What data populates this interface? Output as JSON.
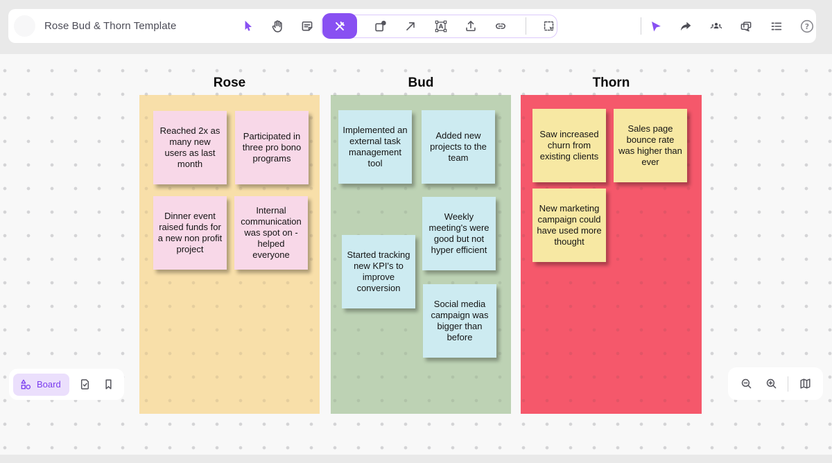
{
  "app": {
    "title": "Rose Bud & Thorn Template"
  },
  "toolbar": {
    "accent_color": "#8850F2",
    "icons_left": [
      "select-cursor",
      "hand-tool",
      "sticky-note-tool"
    ],
    "creation_group": [
      "tools",
      "shapes-frame",
      "diagonal-arrow",
      "text-frame",
      "upload",
      "link",
      "marquee-select"
    ],
    "icons_right": [
      "present-cursor",
      "share-arrow",
      "collaborators",
      "comments",
      "list-menu",
      "help"
    ]
  },
  "board": {
    "columns": [
      {
        "title": "Rose",
        "column_color": "#F8DFA9",
        "note_color": "#F8D8E8",
        "notes": [
          "Reached 2x as many new users as last month",
          "Participated in three pro bono programs",
          "Dinner event raised funds for a new non profit project",
          "Internal communication was spot on - helped everyone"
        ]
      },
      {
        "title": "Bud",
        "column_color": "#BDD2B4",
        "note_color": "#CDEBF1",
        "notes": [
          "Implemented an external task management tool",
          "Added new projects to the team",
          "Weekly meeting's were good but not hyper efficient",
          "Started tracking new KPI's to improve conversion",
          "Social media campaign was bigger than before"
        ]
      },
      {
        "title": "Thorn",
        "column_color": "#F5586B",
        "note_color": "#F7E8A3",
        "notes": [
          "Saw increased churn from existing clients",
          "Sales page bounce rate was higher than ever",
          "New marketing campaign could have used more thought"
        ]
      }
    ]
  },
  "dock_left": {
    "board_label": "Board",
    "icons": [
      "board-shapes",
      "checklist-doc",
      "bookmark"
    ]
  },
  "dock_right": {
    "icons": [
      "zoom-out",
      "zoom-in",
      "minimap"
    ]
  }
}
